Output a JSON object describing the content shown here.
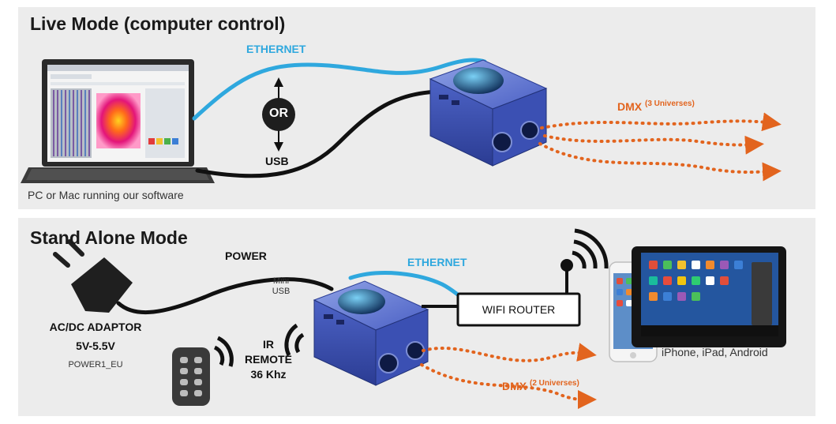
{
  "live": {
    "title": "Live Mode (computer control)",
    "ethernet": "ETHERNET",
    "or": "OR",
    "usb": "USB",
    "dmx": "DMX",
    "dmx_universes": "(3 Universes)",
    "pc_caption": "PC or Mac running our software"
  },
  "standalone": {
    "title": "Stand Alone Mode",
    "power": "POWER",
    "mini_usb_line1": "Mini",
    "mini_usb_line2": "USB",
    "ethernet": "ETHERNET",
    "wifi_router": "WIFI ROUTER",
    "adaptor_line1": "AC/DC ADAPTOR",
    "adaptor_line2": "5V-5.5V",
    "adaptor_model": "POWER1_EU",
    "ir_line1": "IR",
    "ir_line2": "REMOTE",
    "ir_line3": "36 Khz",
    "dmx": "DMX",
    "dmx_universes": "(2 Universes)",
    "devices": "iPhone, iPad, Android"
  },
  "colors": {
    "ethernet_cable": "#2fa8de",
    "dmx_signal": "#e2641e",
    "interface_blue": "#3f56b8",
    "panel_bg": "#ececec"
  }
}
